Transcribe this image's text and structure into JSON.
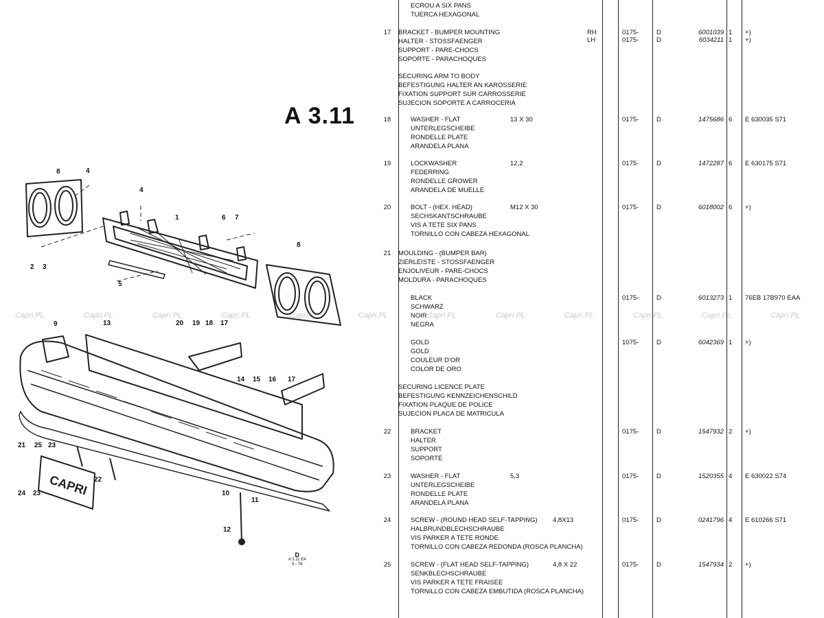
{
  "sheet": {
    "title": "A 3.11",
    "ref_letter": "D",
    "ref_code": "A 3.11 E4",
    "ref_date": "9 - 76",
    "watermark": "Capri.PL"
  },
  "diagram_callouts": [
    "8",
    "4",
    "4",
    "1",
    "6",
    "7",
    "2",
    "3",
    "5",
    "8",
    "9",
    "13",
    "20",
    "19",
    "18",
    "17",
    "14",
    "15",
    "16",
    "17",
    "21",
    "25",
    "23",
    "22",
    "24",
    "23",
    "10",
    "11",
    "12"
  ],
  "plate_text": "CAPRI",
  "rows": [
    {
      "num": "",
      "desc": [
        "ECROU A SIX PANS",
        "TUERCA HEXAGONAL"
      ],
      "indent": true,
      "size": "",
      "side": [],
      "date": [],
      "code": [],
      "part": [],
      "qty": [],
      "rem": []
    },
    {
      "num": "17",
      "desc": [
        "BRACKET - BUMPER MOUNTING",
        "HALTER - STOSSFAENGER",
        "SUPPORT - PARE-CHOCS",
        "SOPORTE - PARACHOQUES"
      ],
      "indent": false,
      "size": "",
      "side": [
        "RH",
        "LH"
      ],
      "date": [
        "0175-",
        "0175-"
      ],
      "code": [
        "D",
        "D"
      ],
      "part": [
        "6001039",
        "6034211"
      ],
      "qty": [
        "1",
        "1"
      ],
      "rem": [
        "+)",
        "+)"
      ]
    },
    {
      "num": "",
      "desc": [
        "SECURING ARM TO BODY",
        "BEFESTIGUNG HALTER AN KAROSSERIE",
        "FIXATION SUPPORT SUR CARROSSERIE",
        "SUJECION SOPORTE A CARROCERIA"
      ],
      "indent": false,
      "size": "",
      "side": [],
      "date": [],
      "code": [],
      "part": [],
      "qty": [],
      "rem": []
    },
    {
      "num": "18",
      "desc": [
        "WASHER - FLAT",
        "UNTERLEGSCHEIBE",
        "RONDELLE PLATE",
        "ARANDELA PLANA"
      ],
      "indent": true,
      "size": "13 X 30",
      "side": [],
      "date": [
        "0175-"
      ],
      "code": [
        "D"
      ],
      "part": [
        "1475686"
      ],
      "qty": [
        "6"
      ],
      "rem": [
        "E 630035 S71"
      ]
    },
    {
      "num": "19",
      "desc": [
        "LOCKWASHER",
        "FEDERRING",
        "RONDELLE GROWER",
        "ARANDELA DE MUELLE"
      ],
      "indent": true,
      "size": "12,2",
      "side": [],
      "date": [
        "0175-"
      ],
      "code": [
        "D"
      ],
      "part": [
        "1472287"
      ],
      "qty": [
        "6"
      ],
      "rem": [
        "E 630175 S71"
      ]
    },
    {
      "num": "20",
      "desc": [
        "BOLT - (HEX. HEAD)",
        "SECHSKANTSCHRAUBE",
        "VIS A TETE SIX PANS",
        "TORNILLO CON CABEZA HEXAGONAL"
      ],
      "indent": true,
      "size": "M12 X 30",
      "side": [],
      "date": [
        "0175-"
      ],
      "code": [
        "D"
      ],
      "part": [
        "6018002"
      ],
      "qty": [
        "6"
      ],
      "rem": [
        "+)"
      ]
    },
    {
      "num": "21",
      "desc": [
        "MOULDING - (BUMPER BAR)",
        "ZIERLEISTE - STOSSFAENGER",
        "ENJOLIVEUR - PARE-CHOCS",
        "MOLDURA - PARACHOQUES"
      ],
      "indent": false,
      "size": "",
      "side": [],
      "date": [],
      "code": [],
      "part": [],
      "qty": [],
      "rem": []
    },
    {
      "num": "",
      "desc": [
        "BLACK",
        "SCHWARZ",
        "NOIR",
        "NEGRA"
      ],
      "indent": true,
      "size": "",
      "side": [],
      "date": [
        "0175-"
      ],
      "code": [
        "D"
      ],
      "part": [
        "6013273"
      ],
      "qty": [
        "1"
      ],
      "rem": [
        "76EB 17B970 EAA"
      ]
    },
    {
      "num": "",
      "desc": [
        "GOLD",
        "GOLD",
        "COULEUR D'OR",
        "COLOR DE ORO"
      ],
      "indent": true,
      "size": "",
      "side": [],
      "date": [
        "1075-"
      ],
      "code": [
        "D"
      ],
      "part": [
        "6042369"
      ],
      "qty": [
        "1"
      ],
      "rem": [
        "+)"
      ]
    },
    {
      "num": "",
      "desc": [
        "SECURING LICENCE PLATE",
        "BEFESTIGUNG KENNZEICHENSCHILD",
        "FIXATION PLAQUE DE POLICE",
        "SUJECION PLACA DE MATRICULA"
      ],
      "indent": false,
      "size": "",
      "side": [],
      "date": [],
      "code": [],
      "part": [],
      "qty": [],
      "rem": []
    },
    {
      "num": "22",
      "desc": [
        "BRACKET",
        "HALTER",
        "SUPPORT",
        "SOPORTE"
      ],
      "indent": true,
      "size": "",
      "side": [],
      "date": [
        "0175-"
      ],
      "code": [
        "D"
      ],
      "part": [
        "1547932"
      ],
      "qty": [
        "2"
      ],
      "rem": [
        "+)"
      ]
    },
    {
      "num": "23",
      "desc": [
        "WASHER - FLAT",
        "UNTERLEGSCHEIBE",
        "RONDELLE PLATE",
        "ARANDELA PLANA"
      ],
      "indent": true,
      "size": "5,3",
      "side": [],
      "date": [
        "0175-"
      ],
      "code": [
        "D"
      ],
      "part": [
        "1520355"
      ],
      "qty": [
        "4"
      ],
      "rem": [
        "E 630022 S74"
      ]
    },
    {
      "num": "24",
      "desc": [
        "SCREW - (ROUND HEAD SELF-TAPPING)",
        "HALBRUNDBLECHSCHRAUBE",
        "VIS PARKER A TETE RONDE",
        "TORNILLO CON CABEZA REDONDA (ROSCA PLANCHA)"
      ],
      "indent": true,
      "size": "4,8X13",
      "size_small": true,
      "side": [],
      "date": [
        "0175-"
      ],
      "code": [
        "D"
      ],
      "part": [
        "0241796"
      ],
      "qty": [
        "4"
      ],
      "rem": [
        "E 610266 S71"
      ]
    },
    {
      "num": "25",
      "desc": [
        "SCREW - (FLAT HEAD SELF-TAPPING)",
        "SENKBLECHSCHRAUBE",
        "VIS PARKER A TETE FRAISEE",
        "TORNILLO CON CABEZA EMBUTIDA (ROSCA PLANCHA)"
      ],
      "indent": true,
      "size": "4,8 X 22",
      "size_small": true,
      "side": [],
      "date": [
        "0175-"
      ],
      "code": [
        "D"
      ],
      "part": [
        "1547934"
      ],
      "qty": [
        "2"
      ],
      "rem": [
        "+)"
      ]
    }
  ]
}
